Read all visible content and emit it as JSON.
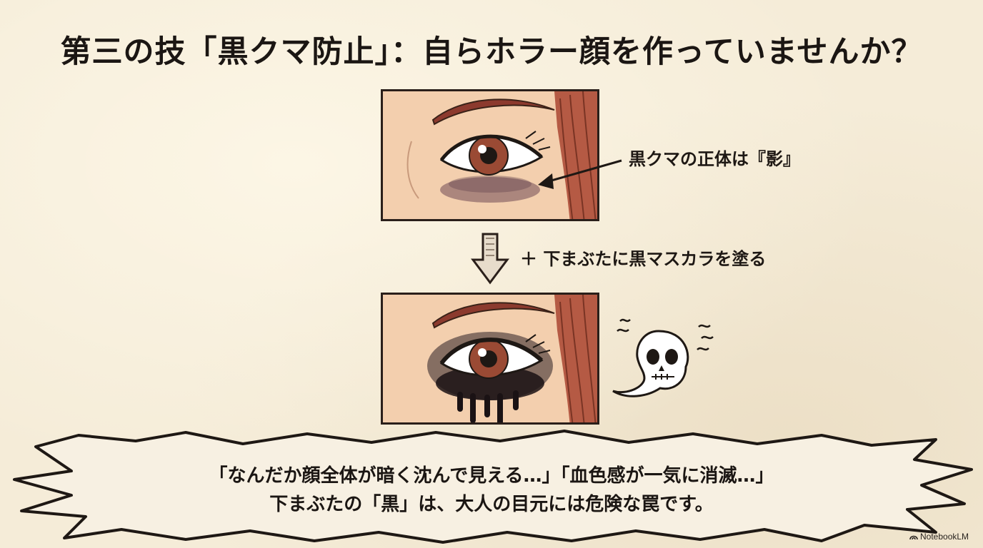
{
  "title": "第三の技「黒クマ防止」：自らホラー顔を作っていませんか？",
  "labels": {
    "shadow_caption": "黒クマの正体は『影』",
    "mascara_step": "＋ 下まぶたに黒マスカラを塗る"
  },
  "callout": {
    "line1": "「なんだか顔全体が暗く沈んで見える…」「血色感が一気に消滅…」",
    "line2": "下まぶたの「黒」は、大人の目元には危険な罠です。"
  },
  "brand": {
    "name": "NotebookLM"
  },
  "icons": {
    "step_arrow": "down-arrow-icon",
    "pointer": "pointer-arrow-icon",
    "reaction": "skull-ghost-icon",
    "brand": "notebooklm-logo-icon"
  },
  "colors": {
    "background": "#f5ecd8",
    "skin": "#f3cfae",
    "hair": "#b55a44",
    "iris": "#9a4a34",
    "ink": "#1e1814"
  }
}
